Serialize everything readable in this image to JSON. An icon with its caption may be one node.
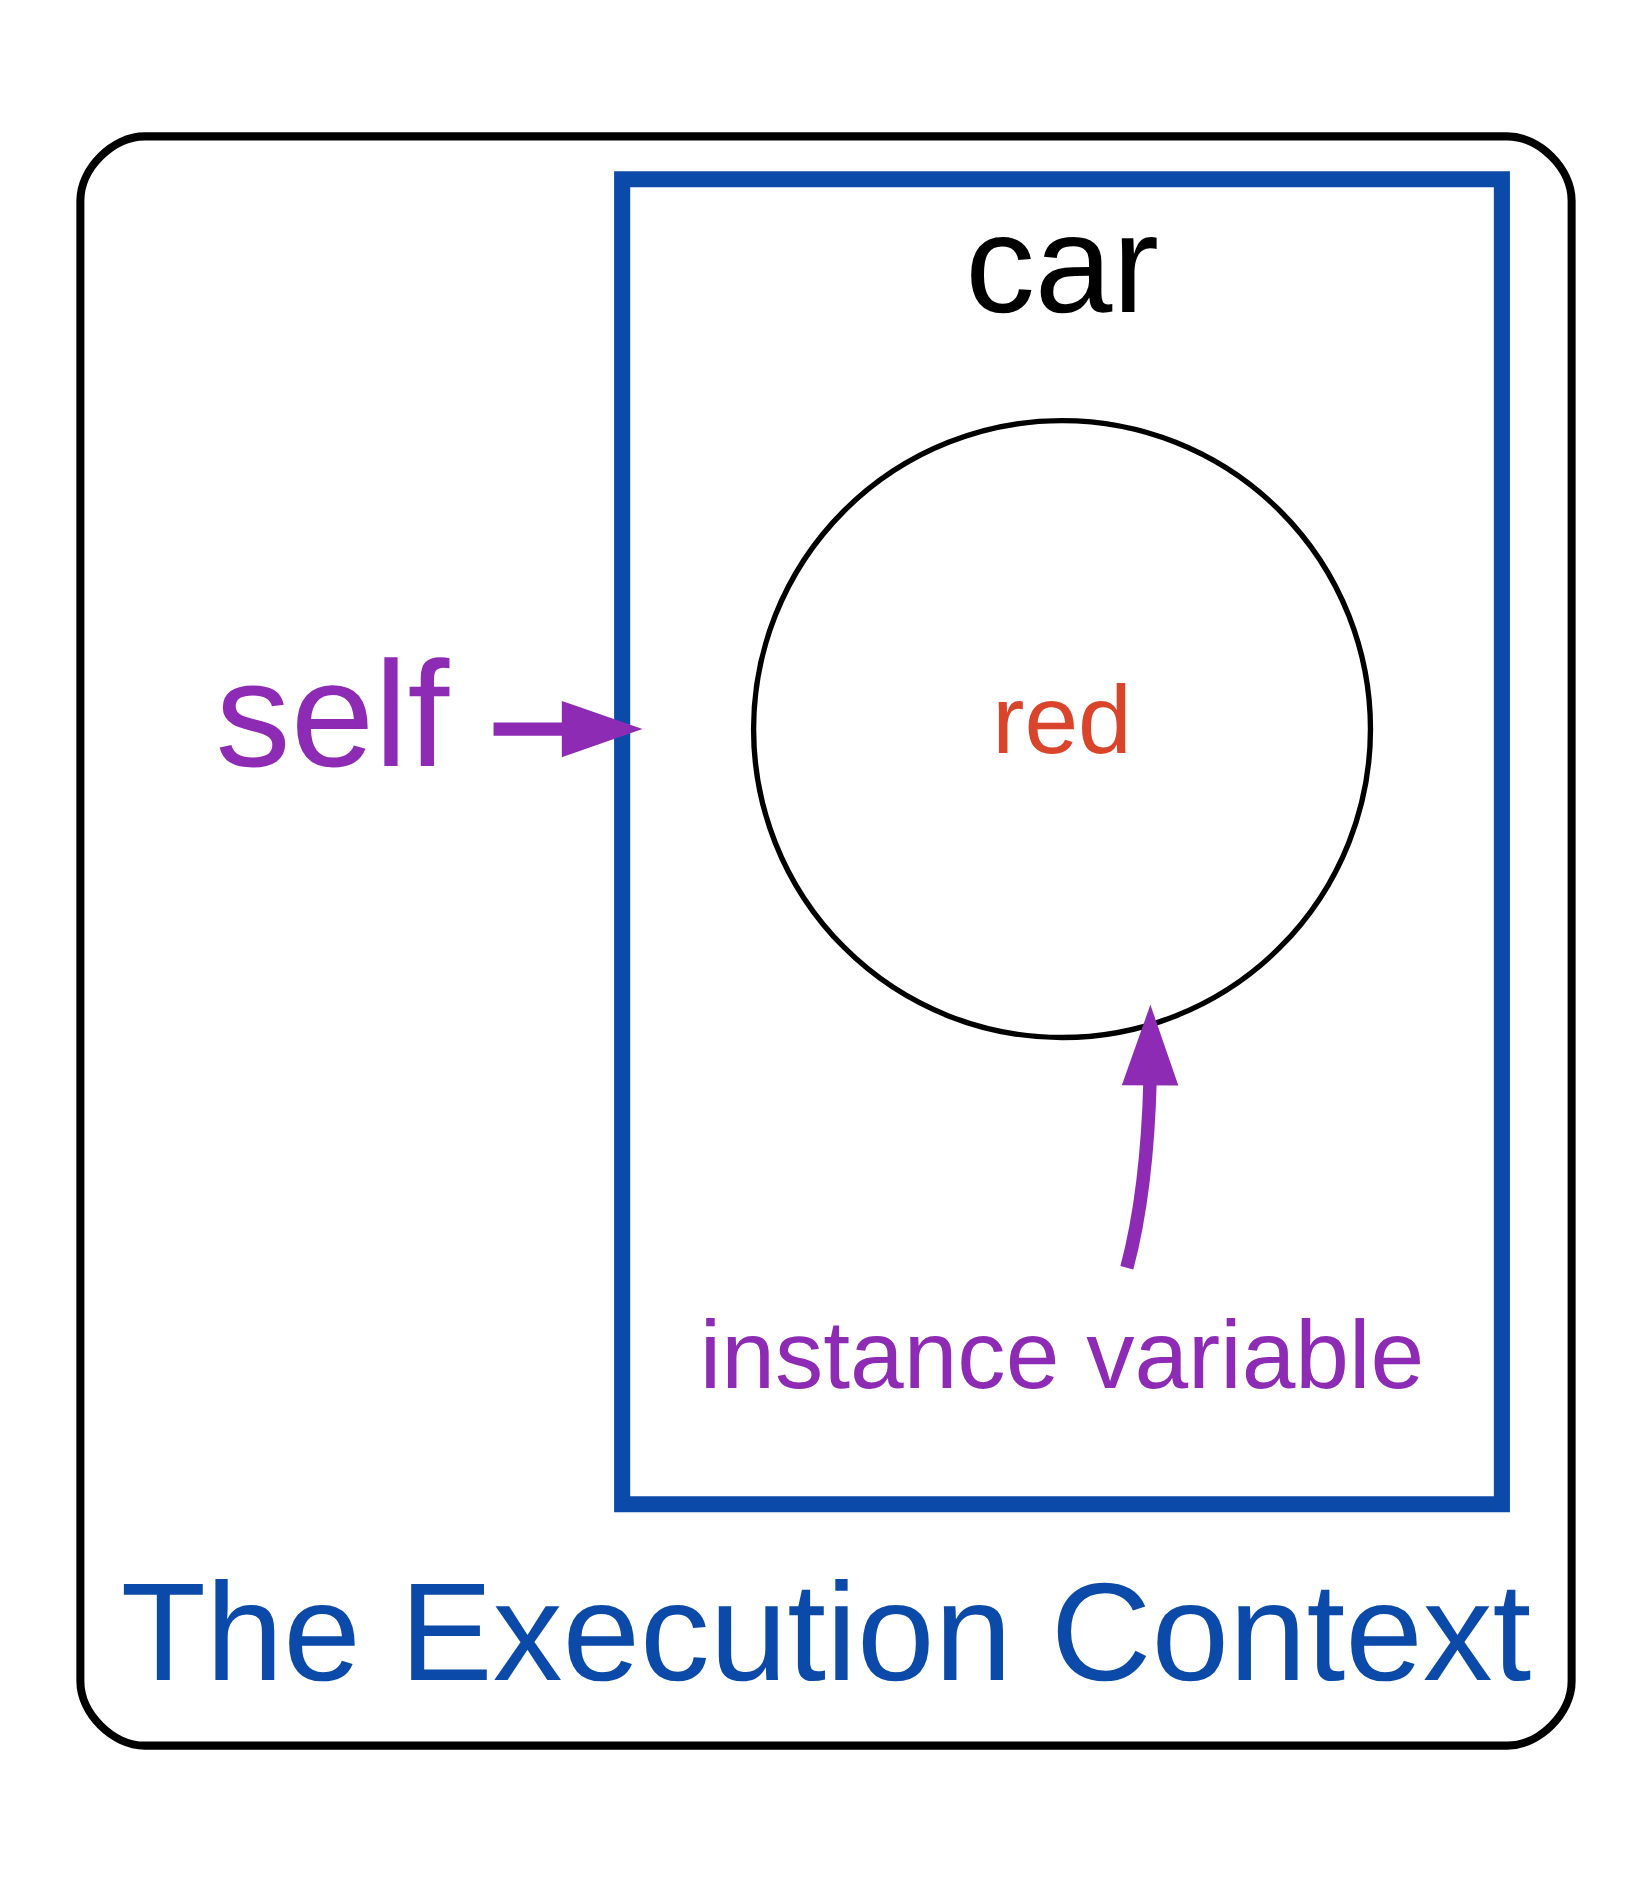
{
  "diagram": {
    "nodes": [
      {
        "text": [
          "The Execution Context"
        ]
      },
      {
        "text": [
          "car"
        ],
        "in": 0
      },
      {
        "text": [
          "red"
        ],
        "in": 1
      },
      {
        "text": [
          "instance variable"
        ],
        "in": 1
      },
      {
        "text": [
          "self"
        ],
        "in": 0
      }
    ],
    "edges": [
      {
        "from": 3,
        "to": 2,
        "arrow": "to"
      },
      {
        "from": 4,
        "to": 1,
        "arrow": "to"
      }
    ]
  }
}
